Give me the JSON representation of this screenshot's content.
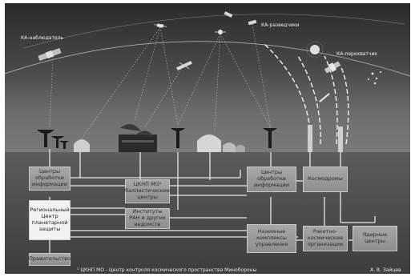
{
  "labels": {
    "ka_observer": "КА-наблюдатель",
    "ka_scouts": "КА-разведчики",
    "ka_relay": "КА-перехватчик"
  },
  "boxes": {
    "centers_processing_left": "Центры обработки информации",
    "tsknp_ballistic": "ЦКНП МО¹ баллистические центры",
    "institutes": "Институты РАН и других ведомств",
    "regional_center": "Региональный Центр планетарной защиты",
    "government": "Правительство",
    "centers_processing_right": "Центры обработки информации",
    "cosmodromes": "Космодромы",
    "ground_control": "Наземные комплексы управления",
    "rocket_space": "Ракетно-космические организации",
    "nuclear_centers": "Ядерные центры"
  },
  "footnote": "¹ ЦКНП МО - Центр контроля космического пространства Минобороны",
  "author": "А. В. Зайцев"
}
